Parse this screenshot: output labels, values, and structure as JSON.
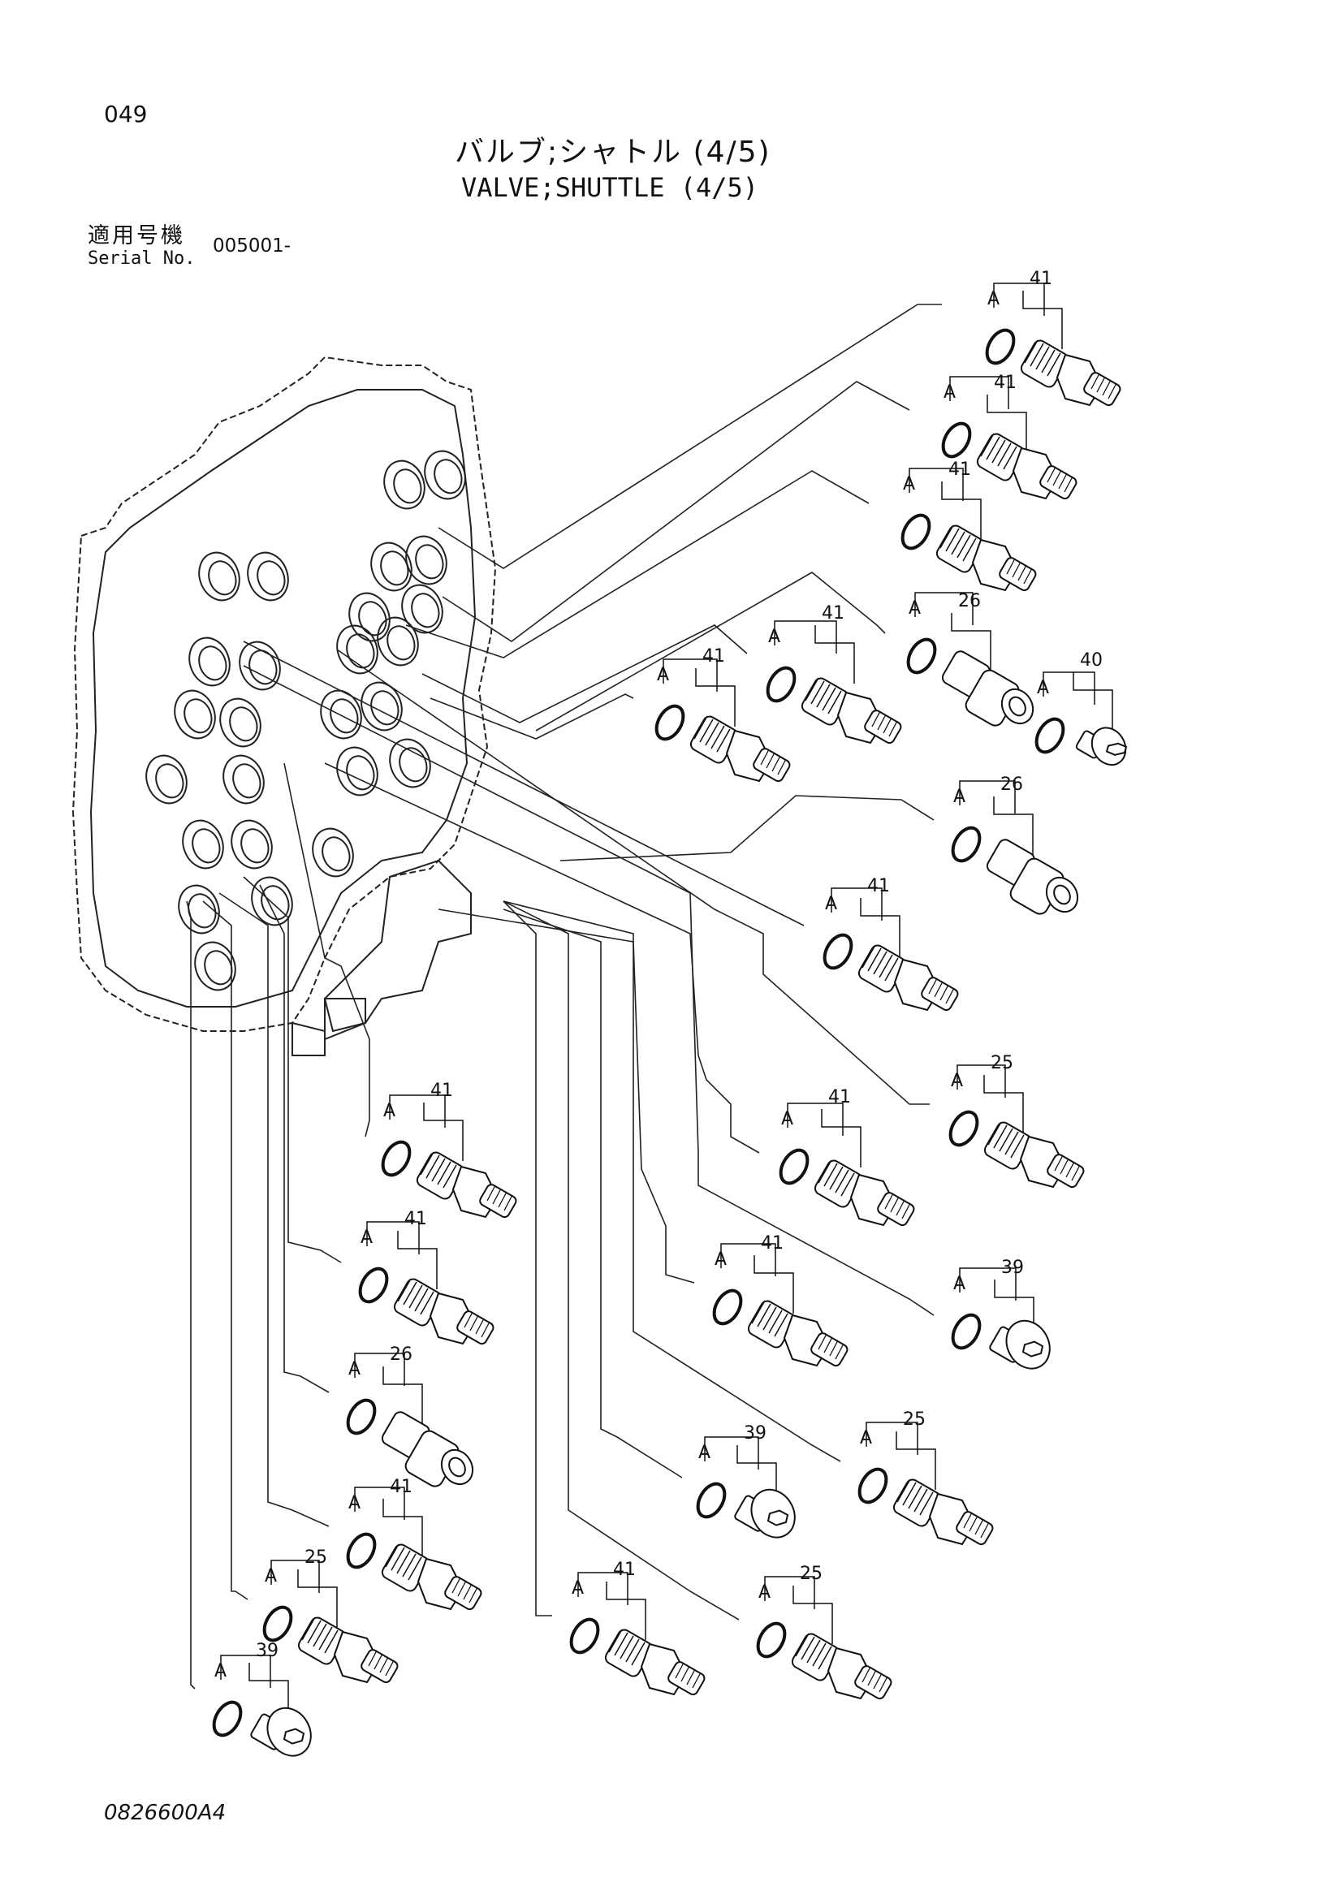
{
  "header": {
    "page_number": "049",
    "title_jp": "バルブ;シャトル (4/5)",
    "title_en": "VALVE;SHUTTLE (4/5)",
    "serial_label_jp": "適用号機",
    "serial_label_en": "Serial No.",
    "serial_value": "005001-"
  },
  "footer": {
    "doc_code": "0826600A4"
  },
  "callouts": [
    {
      "part": "41",
      "sub": "A",
      "type": "fitting"
    },
    {
      "part": "41",
      "sub": "A",
      "type": "fitting"
    },
    {
      "part": "41",
      "sub": "A",
      "type": "fitting"
    },
    {
      "part": "41",
      "sub": "A",
      "type": "fitting"
    },
    {
      "part": "41",
      "sub": "A",
      "type": "fitting"
    },
    {
      "part": "26",
      "sub": "A",
      "type": "adapter"
    },
    {
      "part": "40",
      "sub": "A",
      "type": "plug-small"
    },
    {
      "part": "26",
      "sub": "A",
      "type": "adapter"
    },
    {
      "part": "41",
      "sub": "A",
      "type": "fitting"
    },
    {
      "part": "25",
      "sub": "A",
      "type": "fitting"
    },
    {
      "part": "41",
      "sub": "A",
      "type": "fitting"
    },
    {
      "part": "41",
      "sub": "A",
      "type": "fitting"
    },
    {
      "part": "41",
      "sub": "A",
      "type": "fitting"
    },
    {
      "part": "39",
      "sub": "A",
      "type": "plug"
    },
    {
      "part": "41",
      "sub": "A",
      "type": "fitting"
    },
    {
      "part": "26",
      "sub": "A",
      "type": "adapter"
    },
    {
      "part": "39",
      "sub": "A",
      "type": "plug"
    },
    {
      "part": "25",
      "sub": "A",
      "type": "fitting"
    },
    {
      "part": "41",
      "sub": "A",
      "type": "fitting"
    },
    {
      "part": "25",
      "sub": "A",
      "type": "fitting"
    },
    {
      "part": "41",
      "sub": "A",
      "type": "fitting"
    },
    {
      "part": "25",
      "sub": "A",
      "type": "fitting"
    },
    {
      "part": "39",
      "sub": "A",
      "type": "plug"
    }
  ]
}
